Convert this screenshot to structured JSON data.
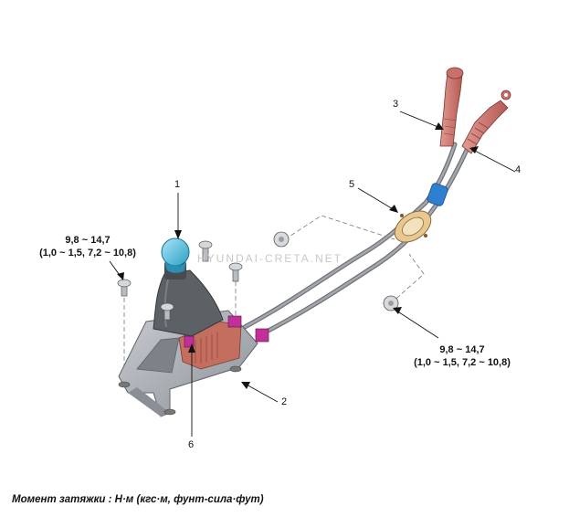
{
  "callouts": {
    "c1": "1",
    "c2": "2",
    "c3": "3",
    "c4": "4",
    "c5": "5",
    "c6": "6"
  },
  "torque_left": {
    "line1": "9,8 ~ 14,7",
    "line2": "(1,0 ~ 1,5, 7,2 ~ 10,8)"
  },
  "torque_right": {
    "line1": "9,8 ~ 14,7",
    "line2": "(1,0 ~ 1,5, 7,2 ~ 10,8)"
  },
  "watermark": "HYUNDAI-CRETA.NET",
  "footer": "Момент затяжки : Н·м (кгс·м, фунт-сила·фут)",
  "colors": {
    "cable": "#8a8a8a",
    "bracket": "#a9aeb4",
    "knob": "#5fc6e6",
    "boot": "#5c6166",
    "cable_end": "#c9706a",
    "clip": "#2e7fd0",
    "seal": "#e8c890",
    "joint": "#c0309a"
  }
}
